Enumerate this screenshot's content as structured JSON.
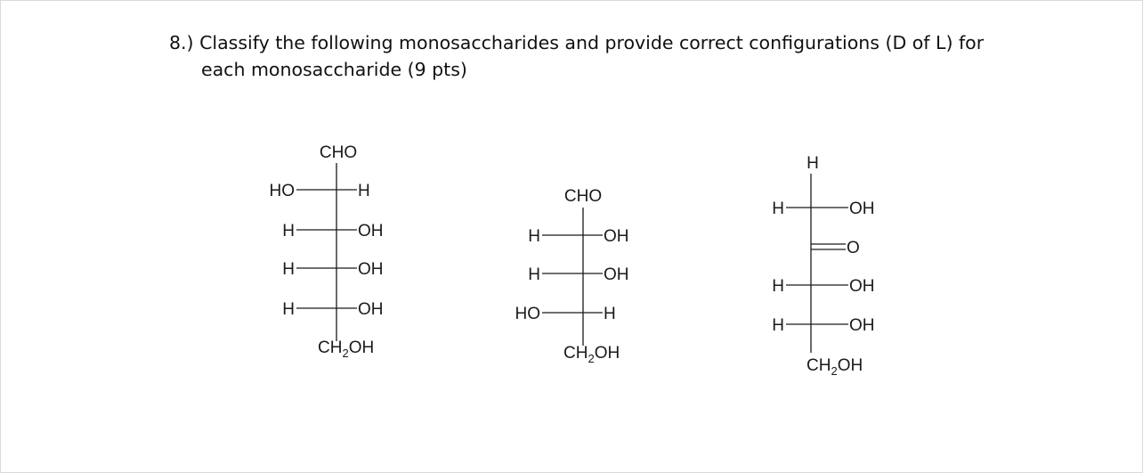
{
  "question": {
    "number": "8.)",
    "line1": "Classify the following monosaccharides and provide correct configurations (D of L) for",
    "line2": "each monosaccharide (9 pts)"
  },
  "structures": [
    {
      "top": "CHO",
      "rows": [
        {
          "left": "HO",
          "right": "H"
        },
        {
          "left": "H",
          "right": "OH"
        },
        {
          "left": "H",
          "right": "OH"
        },
        {
          "left": "H",
          "right": "OH"
        }
      ],
      "bottom_main": "CH",
      "bottom_sub": "2",
      "bottom_end": "OH"
    },
    {
      "top": "CHO",
      "rows": [
        {
          "left": "H",
          "right": "OH"
        },
        {
          "left": "H",
          "right": "OH"
        },
        {
          "left": "HO",
          "right": "H"
        }
      ],
      "bottom_main": "CH",
      "bottom_sub": "2",
      "bottom_end": "OH"
    },
    {
      "top": "H",
      "rows": [
        {
          "left": "H",
          "right": "OH"
        },
        {
          "carbonyl": "O"
        },
        {
          "left": "H",
          "right": "OH"
        },
        {
          "left": "H",
          "right": "OH"
        }
      ],
      "bottom_main": "CH",
      "bottom_sub": "2",
      "bottom_end": "OH"
    }
  ]
}
